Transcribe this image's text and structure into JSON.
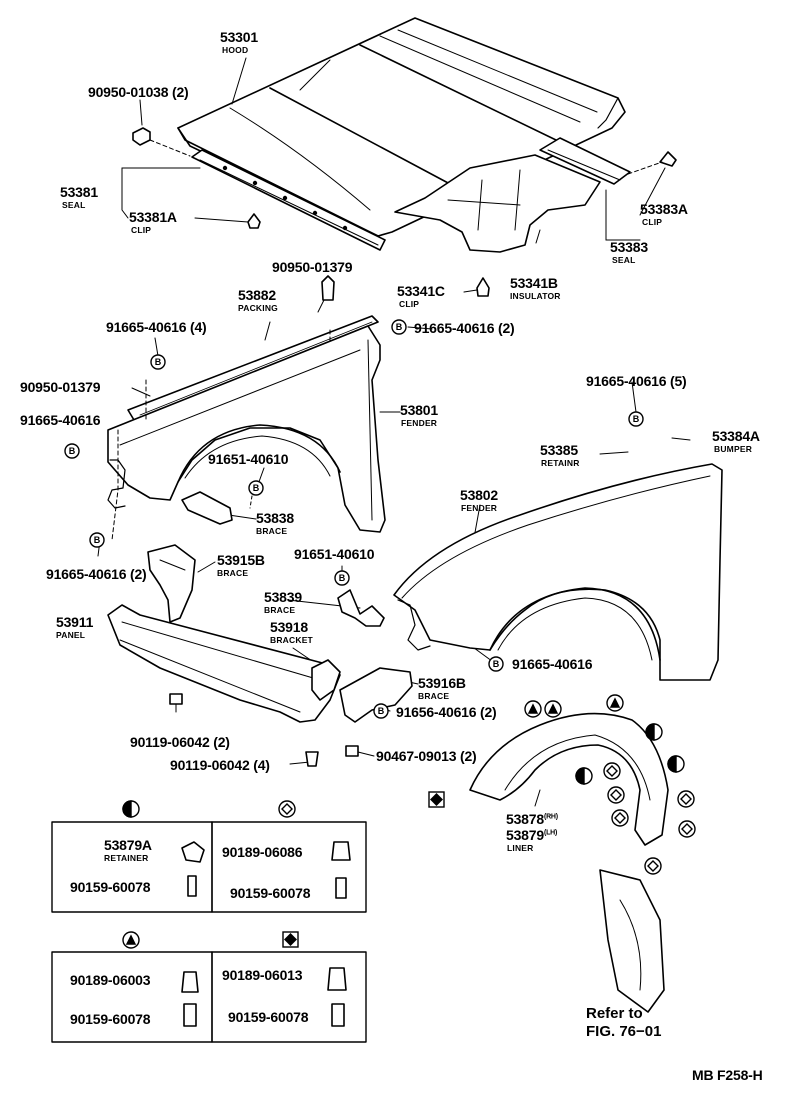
{
  "colors": {
    "ink": "#000000",
    "paper": "#ffffff"
  },
  "parts": {
    "hood": {
      "number": "53301",
      "name": "HOOD"
    },
    "hood_bolt_top": {
      "number": "90950-01038 (2)"
    },
    "seal_front": {
      "number": "53381",
      "name": "SEAL"
    },
    "clip_front": {
      "number": "53381A",
      "name": "CLIP"
    },
    "clip_rear": {
      "number": "53383A",
      "name": "CLIP"
    },
    "seal_rear": {
      "number": "53383",
      "name": "SEAL"
    },
    "insulator_clip": {
      "number": "53341C",
      "name": "CLIP"
    },
    "insulator": {
      "number": "53341B",
      "name": "INSULATOR"
    },
    "cushion": {
      "number": "90950-01379"
    },
    "packing": {
      "number": "53882",
      "name": "PACKING"
    },
    "bolt_4": {
      "number": "91665-40616 (4)"
    },
    "bolt_2_top": {
      "number": "91665-40616 (2)"
    },
    "cushion_left": {
      "number": "90950-01379"
    },
    "bolt_left": {
      "number": "91665-40616"
    },
    "fender_rh": {
      "number": "53801",
      "name": "FENDER"
    },
    "bolt_5": {
      "number": "91665-40616 (5)"
    },
    "retainer": {
      "number": "53385",
      "name": "RETAINR"
    },
    "bumper": {
      "number": "53384A",
      "name": "BUMPER"
    },
    "bolt_brace": {
      "number": "91651-40610"
    },
    "brace_53838": {
      "number": "53838",
      "name": "BRACE"
    },
    "fender_lh": {
      "number": "53802",
      "name": "FENDER"
    },
    "bolt_2_left": {
      "number": "91665-40616 (2)"
    },
    "brace_53915b": {
      "number": "53915B",
      "name": "BRACE"
    },
    "bolt_brace2": {
      "number": "91651-40610"
    },
    "brace_53839": {
      "number": "53839",
      "name": "BRACE"
    },
    "panel": {
      "number": "53911",
      "name": "PANEL"
    },
    "bracket": {
      "number": "53918",
      "name": "BRACKET"
    },
    "bolt_fender_lh": {
      "number": "91665-40616"
    },
    "brace_53916b": {
      "number": "53916B",
      "name": "BRACE"
    },
    "bolt_91656": {
      "number": "91656-40616 (2)"
    },
    "screw_2": {
      "number": "90119-06042 (2)"
    },
    "screw_4": {
      "number": "90119-06042 (4)"
    },
    "screw_90467": {
      "number": "90467-09013 (2)"
    },
    "liner_rh": {
      "number": "53878",
      "side": "(RH)"
    },
    "liner_lh": {
      "number": "53879",
      "side": "(LH)"
    },
    "liner_name": {
      "name": "LINER"
    }
  },
  "legend": {
    "box1": {
      "retainer": {
        "number": "53879A",
        "name": "RETAINER"
      },
      "screw": {
        "number": "90159-60078"
      }
    },
    "box2": {
      "clip": {
        "number": "90189-06086"
      },
      "screw": {
        "number": "90159-60078"
      }
    },
    "box3": {
      "clip": {
        "number": "90189-06003"
      },
      "screw": {
        "number": "90159-60078"
      }
    },
    "box4": {
      "clip": {
        "number": "90189-06013"
      },
      "screw": {
        "number": "90159-60078"
      }
    }
  },
  "reference": {
    "line1": "Refer to",
    "line2": "FIG. 76−01"
  },
  "footer": {
    "code": "MB  F258-H"
  }
}
